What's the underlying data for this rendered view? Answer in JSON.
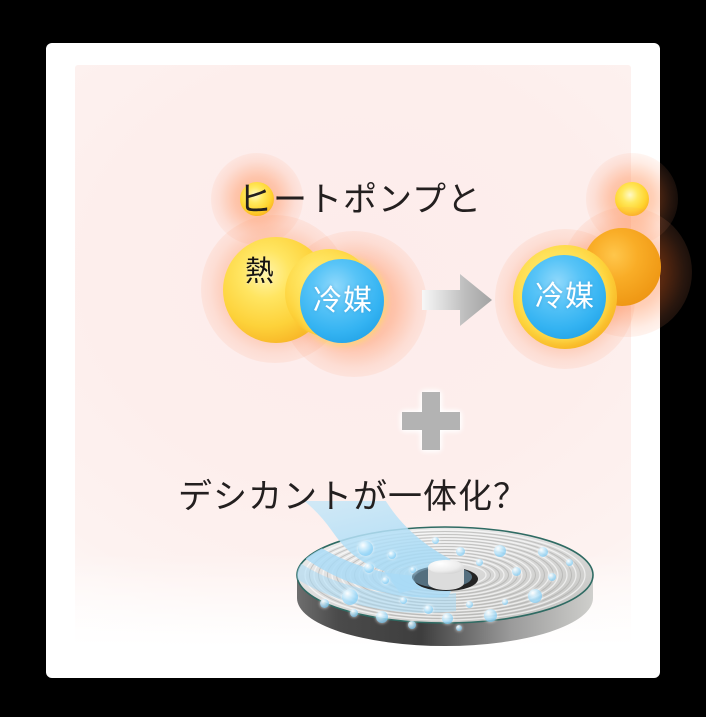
{
  "figure": {
    "title_top": "ヒートポンプと",
    "title_middle": "デシカントが一体化？",
    "plus_symbol": "plus-sign",
    "arrow_symbol": "right-arrow"
  },
  "heat_pump": {
    "left_group": {
      "heat_label": "熱",
      "refrigerant_label": "冷媒"
    },
    "right_group": {
      "refrigerant_label": "冷媒"
    }
  },
  "desiccant": {
    "rotor_name": "desiccant-rotor-disc",
    "airflow_name": "moist-airflow-ribbon",
    "hub_name": "rotor-hub",
    "droplets_count": 26
  },
  "colors": {
    "background": "#000000",
    "card": "#ffffff",
    "panel_pink": "#fdeceb",
    "text": "#231f1f",
    "heat_yellow": "#ffe561",
    "heat_orange": "#f09a16",
    "refrigerant_blue": "#34b3f2",
    "glow_red": "#ff6e28",
    "plus_grey": "#b3b3b3",
    "arrow_grey_light": "#f2f2f2",
    "arrow_grey_dark": "#9b9b9b",
    "disc_top_grey": "#d9d9d6",
    "disc_side_dark": "#4a4a4a",
    "disc_rim_teal": "#2f6b63",
    "airflow_blue": "#b8e2f7",
    "droplet_blue": "#96d6f8"
  },
  "suns": {
    "left_name": "sun-spark-left",
    "right_name": "sun-spark-right"
  }
}
